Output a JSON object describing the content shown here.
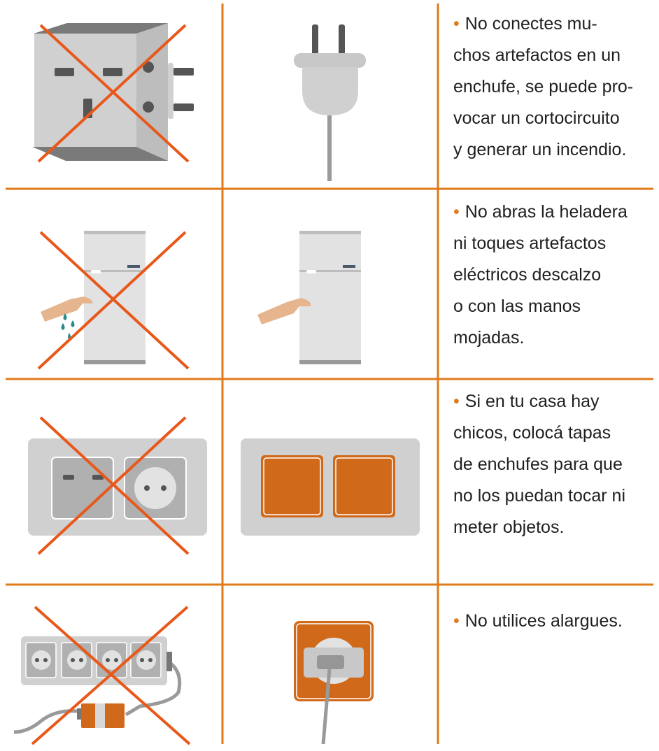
{
  "colors": {
    "divider": "#E07A1A",
    "cross": "#E8581A",
    "cover": "#D06A1A",
    "bullet": "#E07A1A"
  },
  "rows": [
    {
      "bullet": "•",
      "lines": [
        "No conectes mu-",
        "chos artefactos en un",
        "enchufe, se puede pro-",
        "vocar un cortocircuito",
        "y generar un incendio."
      ]
    },
    {
      "bullet": "•",
      "lines": [
        "No abras la heladera",
        "ni toques artefactos",
        "eléctricos descalzo",
        "o con las manos",
        "mojadas."
      ]
    },
    {
      "bullet": "•",
      "lines": [
        "Si en tu casa hay",
        "chicos, colocá tapas",
        "de enchufes para que",
        "no los puedan tocar ni",
        "meter objetos."
      ]
    },
    {
      "bullet": "•",
      "lines": [
        "No utilices alargues."
      ]
    }
  ]
}
